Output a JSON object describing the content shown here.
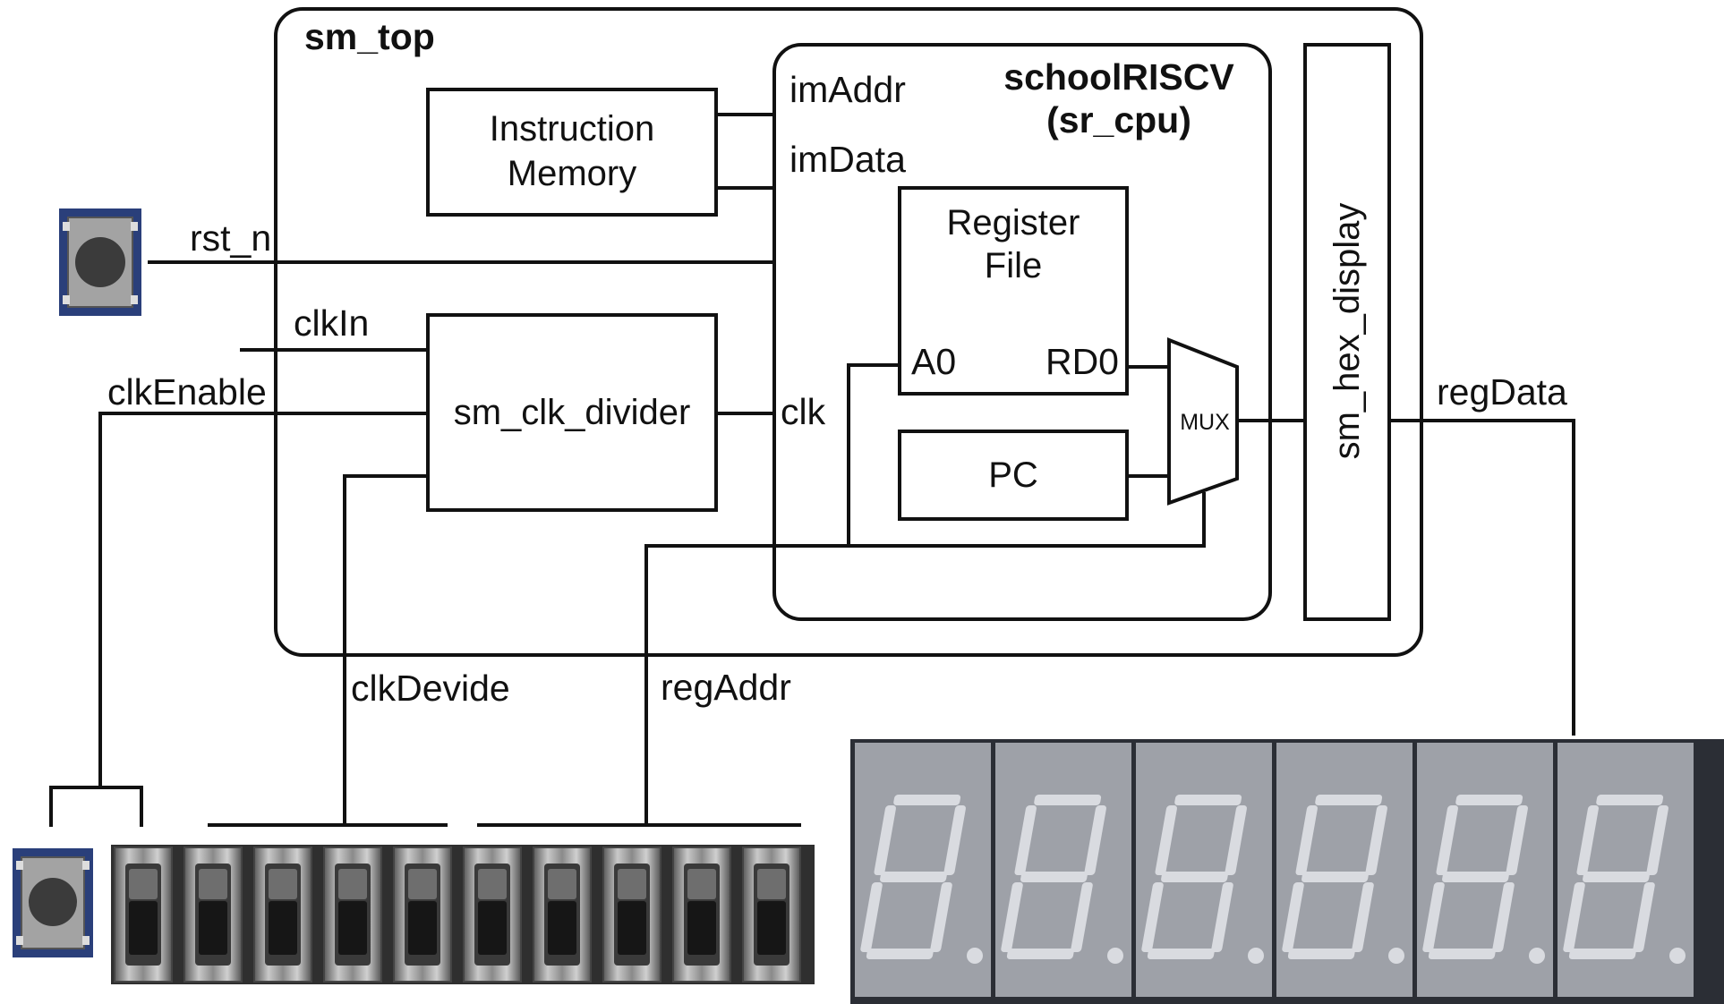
{
  "top_module": {
    "name": "sm_top"
  },
  "cpu": {
    "title_line1": "schoolRISCV",
    "title_line2": "(sr_cpu)"
  },
  "blocks": {
    "instruction_memory": {
      "line1": "Instruction",
      "line2": "Memory"
    },
    "register_file": {
      "line1": "Register",
      "line2": "File"
    },
    "clk_divider": {
      "label": "sm_clk_divider"
    },
    "pc": {
      "label": "PC"
    },
    "mux": {
      "label": "MUX"
    },
    "hex_display": {
      "label": "sm_hex_display"
    }
  },
  "ports": {
    "imAddr": "imAddr",
    "imData": "imData",
    "clk": "clk",
    "a0": "A0",
    "rd0": "RD0"
  },
  "signals": {
    "rst_n": "rst_n",
    "clkIn": "clkIn",
    "clkEnable": "clkEnable",
    "clkDevide": "clkDevide",
    "regAddr": "regAddr",
    "regData": "regData"
  },
  "hardware": {
    "seven_segment_digits": 6,
    "slide_switches": 10
  },
  "colors": {
    "line": "#111111",
    "button_blue": "#2a3f7a",
    "switch_metal": "#8d8d8d",
    "segment_panel": "#9ea1a8",
    "segment_off": "#d6d8dc"
  }
}
